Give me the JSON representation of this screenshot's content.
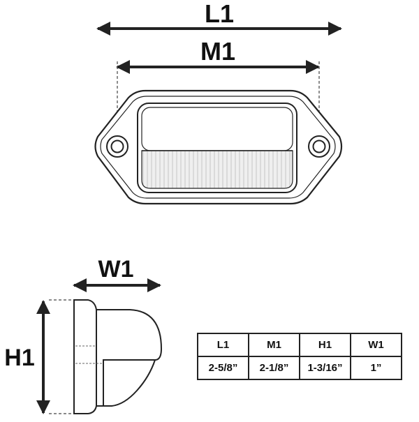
{
  "labels": {
    "length": "L1",
    "mount": "M1",
    "width": "W1",
    "height": "H1"
  },
  "table": {
    "headers": [
      "L1",
      "M1",
      "H1",
      "W1"
    ],
    "values": [
      "2-5/8”",
      "2-1/8”",
      "1-3/16”",
      "1”"
    ]
  },
  "colors": {
    "line": "#222222",
    "lens": "#eeeeee"
  }
}
